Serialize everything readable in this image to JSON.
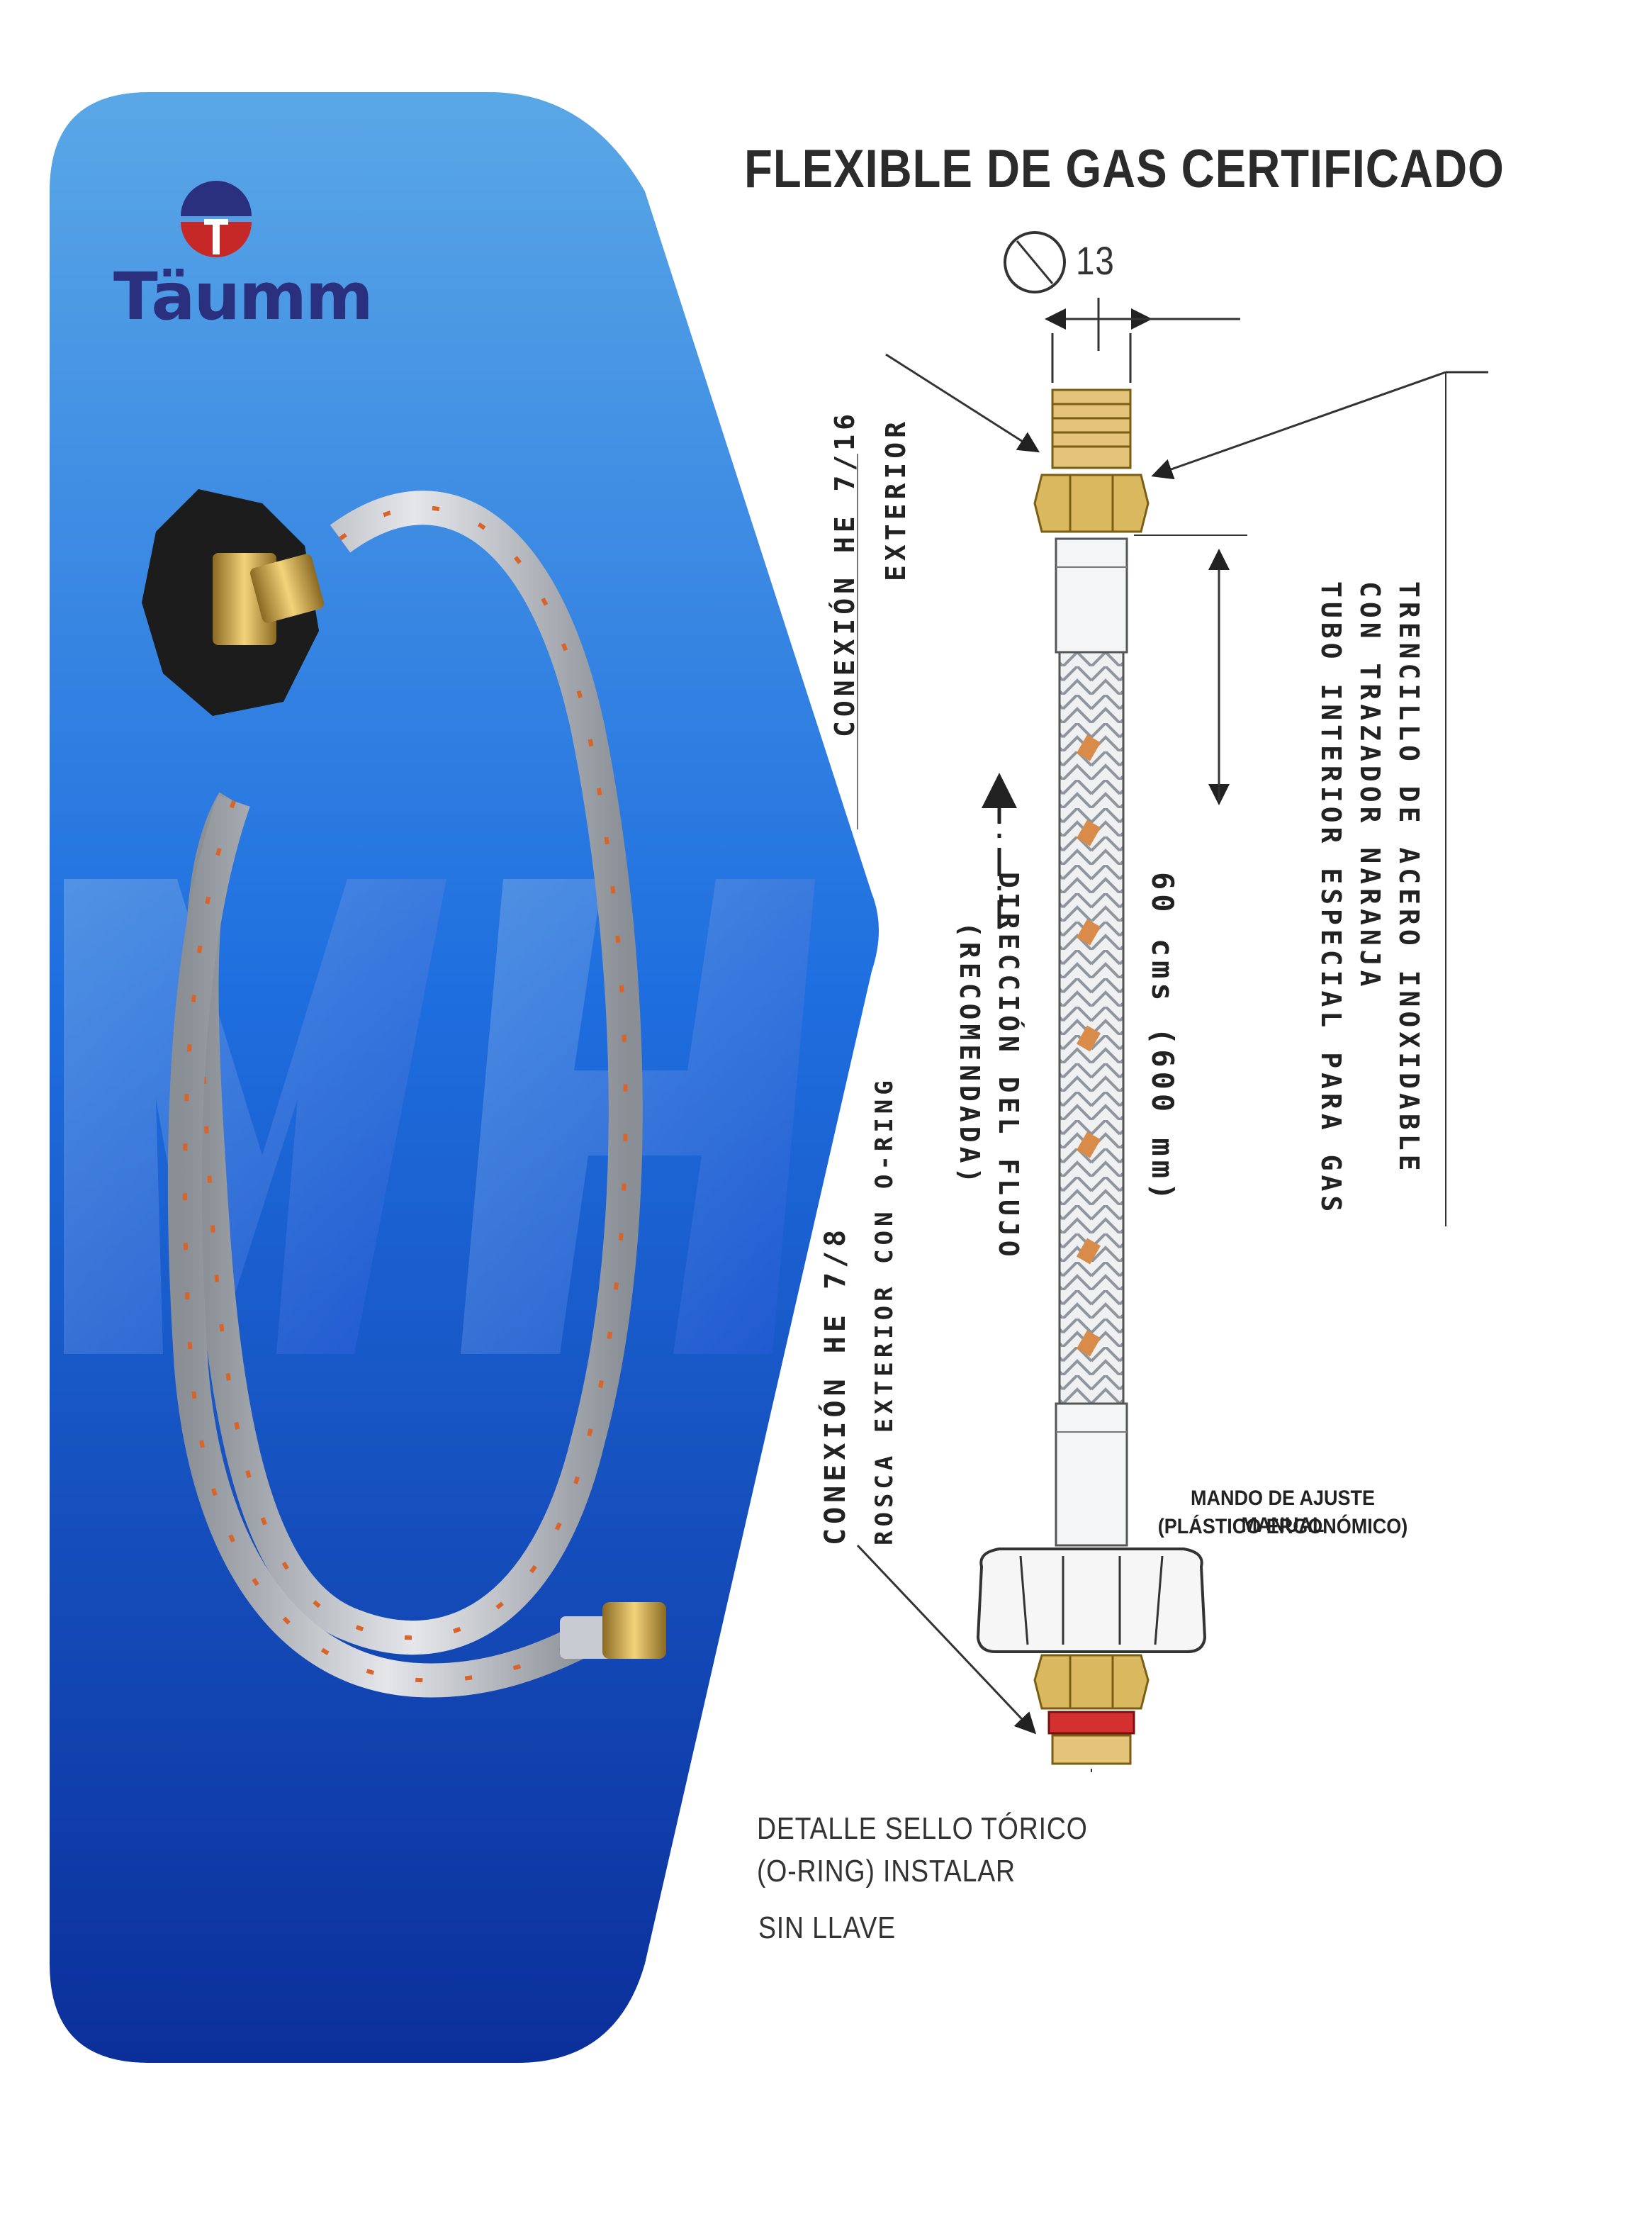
{
  "brand": {
    "name": "Täumm",
    "watermark": "MH",
    "primary_color": "#1f55c9",
    "accent_color": "#c62828"
  },
  "title": "FLEXIBLE DE GAS CERTIFICADO",
  "dimension": {
    "diameter_label": "13"
  },
  "labels": {
    "top_connection_line1": "CONEXIÓN HE 7/16",
    "top_connection_line2": "EXTERIOR",
    "length": "60 cms (600 mm)",
    "flow_line1": "DIRECCIÓN DEL FLUJO",
    "flow_line2": "(RECOMENDADA)",
    "material_line1": "TRENCILLO DE ACERO INOXIDABLE",
    "material_line2": "CON TRAZADOR NARANJA",
    "material_line3": "TUBO INTERIOR ESPECIAL PARA GAS",
    "bottom_connection_line1": "CONEXIÓN HE 7/8",
    "bottom_connection_line2": "ROSCA EXTERIOR CON O-RING",
    "knob_line1": "MANDO DE AJUSTE MANUAL",
    "knob_line2": "(PLÁSTICO ERGONÓMICO)",
    "oring_line1": "DETALLE SELLO TÓRICO",
    "oring_line2": "(O-RING) INSTALAR",
    "no_key": "SIN LLAVE"
  },
  "icons": [
    "taumm-logo-icon",
    "hose-photo",
    "hose-diagram",
    "diameter-icon"
  ]
}
